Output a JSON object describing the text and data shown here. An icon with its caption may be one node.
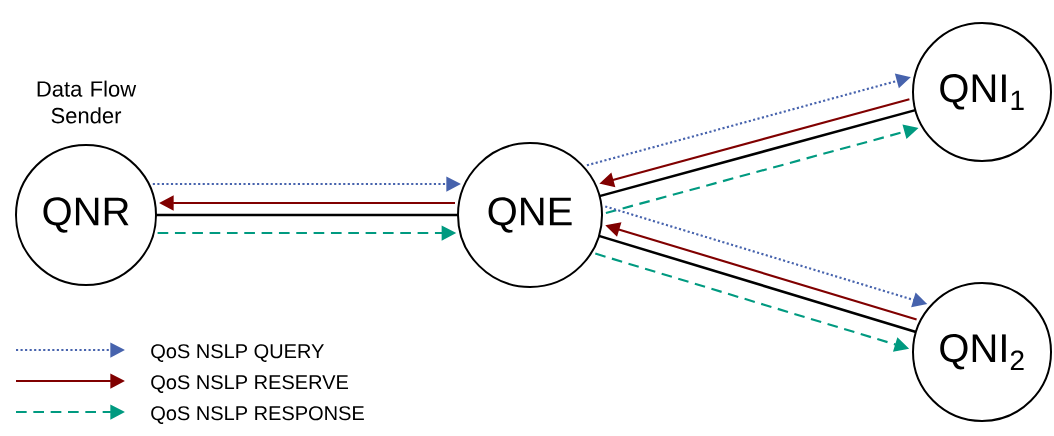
{
  "diagram": {
    "nodes": [
      {
        "text": [
          "QNR"
        ],
        "beside": [
          "Data Flow Sender"
        ]
      },
      {
        "text": [
          "QNE"
        ]
      },
      {
        "text": [
          "QNI$_{1}$"
        ]
      },
      {
        "text": [
          "QNI$_{2}$"
        ]
      }
    ],
    "edges": [
      {
        "from": 0,
        "to": 1,
        "arrow": "none"
      },
      {
        "from": 1,
        "to": 2,
        "arrow": "none"
      },
      {
        "from": 1,
        "to": 3,
        "arrow": "none"
      },
      {
        "from": 0,
        "to": 1,
        "arrow": "to",
        "style": "dashed",
        "color": "#4763ad"
      },
      {
        "from": 1,
        "to": 0,
        "arrow": "to",
        "color": "#800000"
      },
      {
        "from": 0,
        "to": 1,
        "arrow": "to",
        "style": "dashed",
        "color": "#009a80"
      },
      {
        "from": 1,
        "to": 2,
        "arrow": "to",
        "style": "dashed",
        "color": "#4763ad"
      },
      {
        "from": 2,
        "to": 1,
        "arrow": "to",
        "color": "#800000"
      },
      {
        "from": 1,
        "to": 2,
        "arrow": "to",
        "style": "dashed",
        "color": "#009a80"
      },
      {
        "from": 1,
        "to": 3,
        "arrow": "to",
        "style": "dashed",
        "color": "#4763ad"
      },
      {
        "from": 3,
        "to": 1,
        "arrow": "to",
        "color": "#800000"
      },
      {
        "from": 1,
        "to": 3,
        "arrow": "to",
        "style": "dashed",
        "color": "#009a80"
      }
    ],
    "legend": [
      {
        "text": "QoS NSLP QUERY"
      },
      {
        "text": "QoS NSLP RESERVE"
      },
      {
        "text": "QoS NSLP RESPONSE"
      }
    ]
  }
}
